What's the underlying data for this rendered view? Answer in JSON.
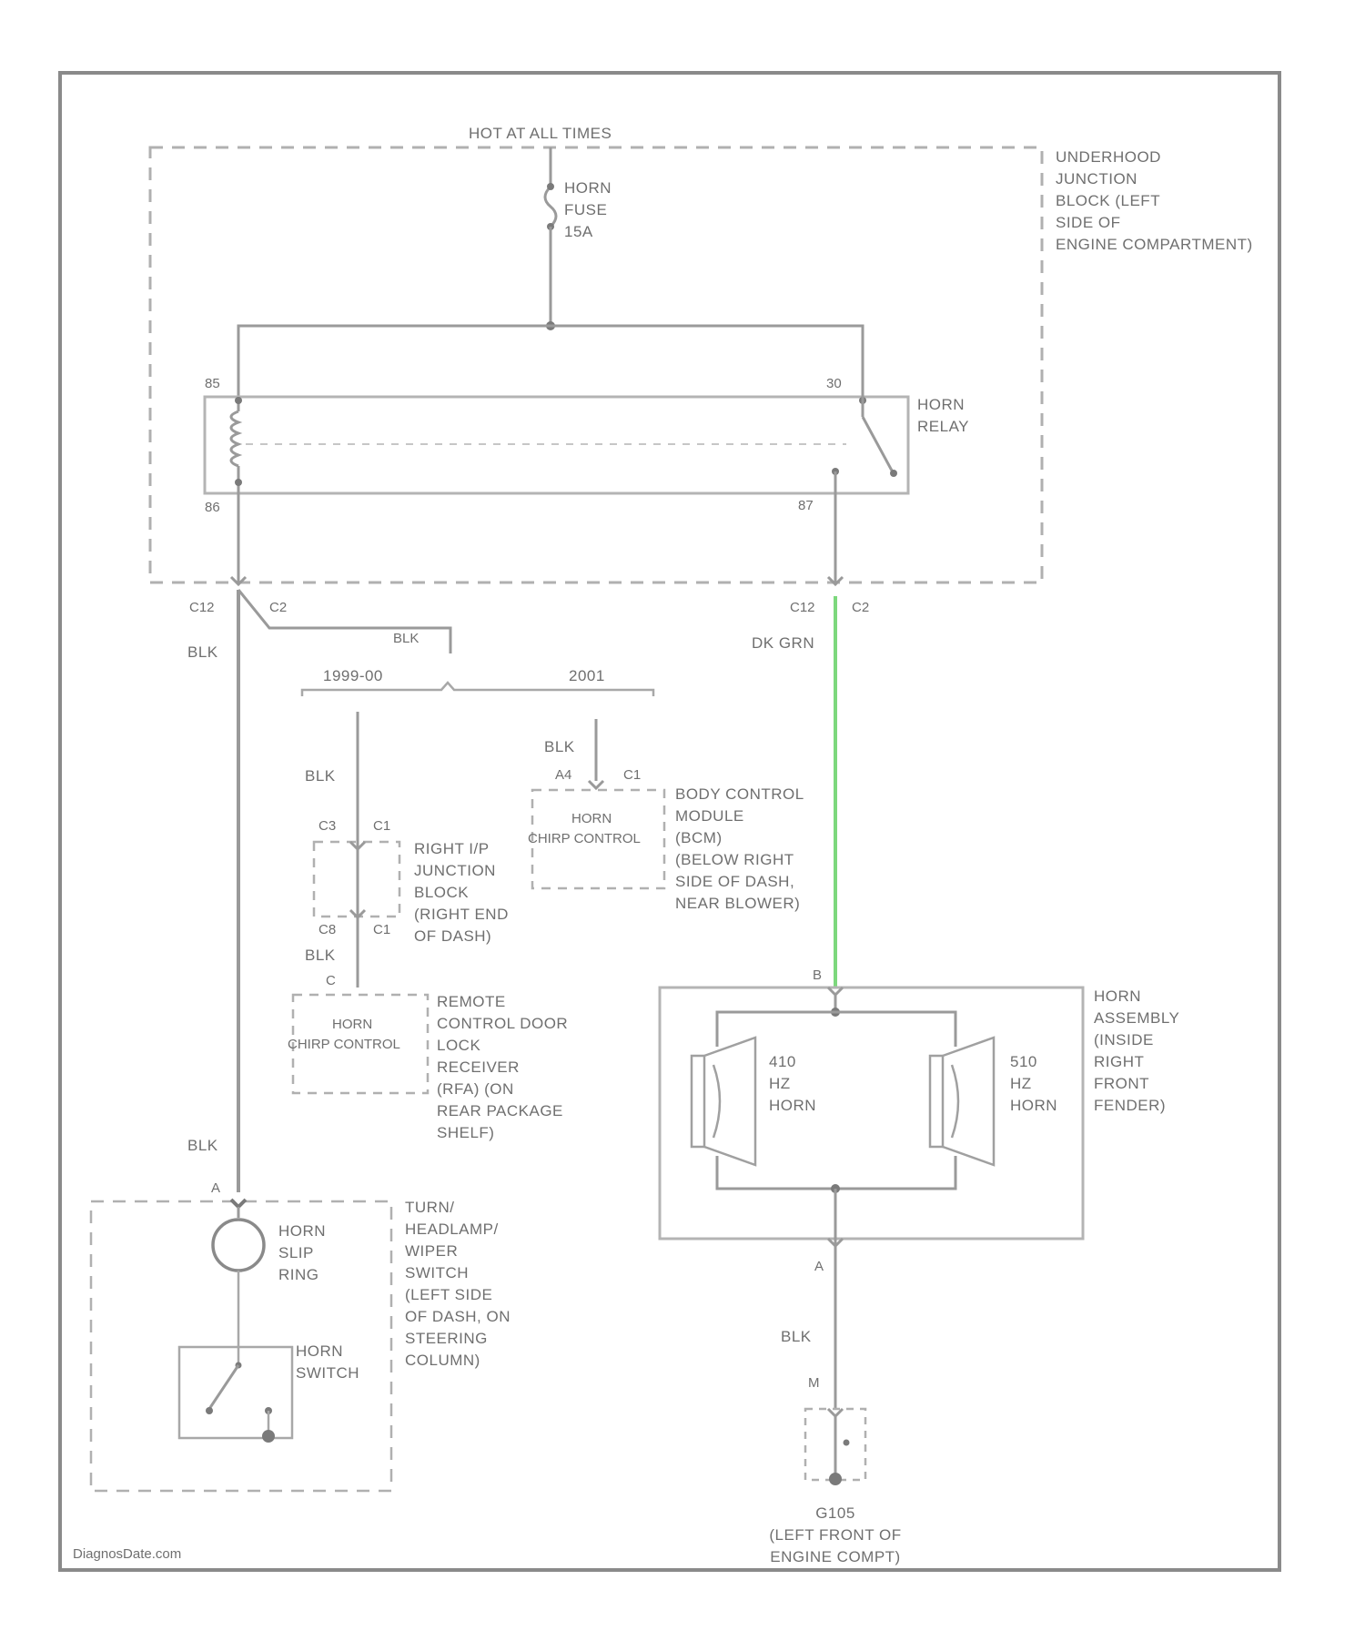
{
  "power": {
    "hot_label": "HOT AT ALL TIMES",
    "fuse": [
      "HORN",
      "FUSE",
      "15A"
    ],
    "junction_block": [
      "UNDERHOOD",
      "JUNCTION",
      "BLOCK (LEFT",
      "SIDE OF",
      "ENGINE COMPARTMENT)"
    ]
  },
  "relay": {
    "label": [
      "HORN",
      "RELAY"
    ],
    "pin_85": "85",
    "pin_86": "86",
    "pin_30": "30",
    "pin_87": "87"
  },
  "connectors": {
    "left_c12": "C12",
    "left_c2": "C2",
    "right_c12": "C12",
    "right_c2": "C2"
  },
  "wires": {
    "blk_main": "BLK",
    "blk_branch": "BLK",
    "dk_grn": "DK GRN",
    "color_dk_grn": "#7dd87d",
    "blk_lower": "BLK",
    "blk_ground": "BLK"
  },
  "variants": {
    "years_a": "1999-00",
    "years_b": "2001"
  },
  "rap": {
    "wire": "BLK",
    "pin_top": "C3",
    "conn_top": "C1",
    "pin_bot": "C8",
    "conn_bot": "C1",
    "label": [
      "RIGHT I/P",
      "JUNCTION",
      "BLOCK",
      "(RIGHT END",
      "OF DASH)"
    ],
    "wire_below": "BLK",
    "pin_c": "C"
  },
  "bcm": {
    "wire": "BLK",
    "pin": "A4",
    "conn": "C1",
    "inner": [
      "HORN",
      "CHIRP CONTROL"
    ],
    "label": [
      "BODY CONTROL",
      "MODULE",
      "(BCM)",
      "(BELOW RIGHT",
      "SIDE OF DASH,",
      "NEAR BLOWER)"
    ]
  },
  "rcdlr": {
    "inner": [
      "HORN",
      "CHIRP CONTROL"
    ],
    "label": [
      "REMOTE",
      "CONTROL DOOR",
      "LOCK",
      "RECEIVER",
      "(RFA) (ON",
      "REAR PACKAGE",
      "SHELF)"
    ]
  },
  "horns": {
    "pin_b": "B",
    "pin_a": "A",
    "horn1": [
      "410",
      "HZ",
      "HORN"
    ],
    "horn2": [
      "510",
      "HZ",
      "HORN"
    ],
    "assembly": [
      "HORN",
      "ASSEMBLY",
      "(INSIDE",
      "RIGHT",
      "FRONT",
      "FENDER)"
    ]
  },
  "steering": {
    "pin_a": "A",
    "slip_ring": [
      "HORN",
      "SLIP",
      "RING"
    ],
    "switch": [
      "HORN",
      "SWITCH"
    ],
    "column": [
      "TURN/",
      "HEADLAMP/",
      "WIPER",
      "SWITCH",
      "(LEFT SIDE",
      "OF DASH, ON",
      "STEERING",
      "COLUMN)"
    ]
  },
  "ground": {
    "pin_m": "M",
    "label": [
      "G105",
      "(LEFT FRONT OF",
      "ENGINE COMPT)"
    ]
  },
  "watermark": "DiagnosDate.com"
}
